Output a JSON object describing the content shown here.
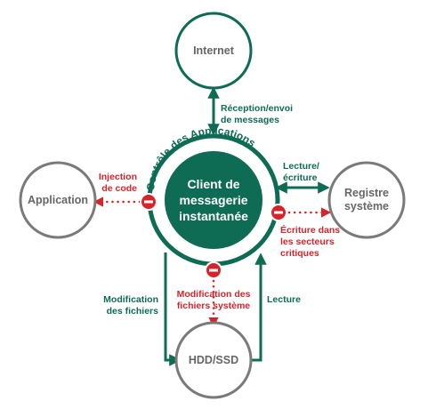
{
  "nodes": {
    "internet": "Internet",
    "application": "Application",
    "registry": [
      "Registre",
      "système"
    ],
    "hdd": "HDD/SSD",
    "client": [
      "Client de",
      "messagerie",
      "instantanée"
    ]
  },
  "ring_label": "Contrôle des Applications",
  "edges": {
    "reception": [
      "Réception/envoi",
      "de messages"
    ],
    "lecture_ecriture": [
      "Lecture/",
      "écriture"
    ],
    "lecture": "Lecture",
    "modification_fichiers": [
      "Modification",
      "des fichiers"
    ]
  },
  "blocked": {
    "injection": [
      "Injection",
      "de code"
    ],
    "ecriture_secteurs": [
      "Écriture dans",
      "les secteurs",
      "critiques"
    ],
    "modification_systeme": [
      "Modification des",
      "fichiers système"
    ]
  },
  "colors": {
    "green": "#0e6b54",
    "gray": "#7a7a7a",
    "red": "#d7242b",
    "gray_text": "#666666"
  }
}
